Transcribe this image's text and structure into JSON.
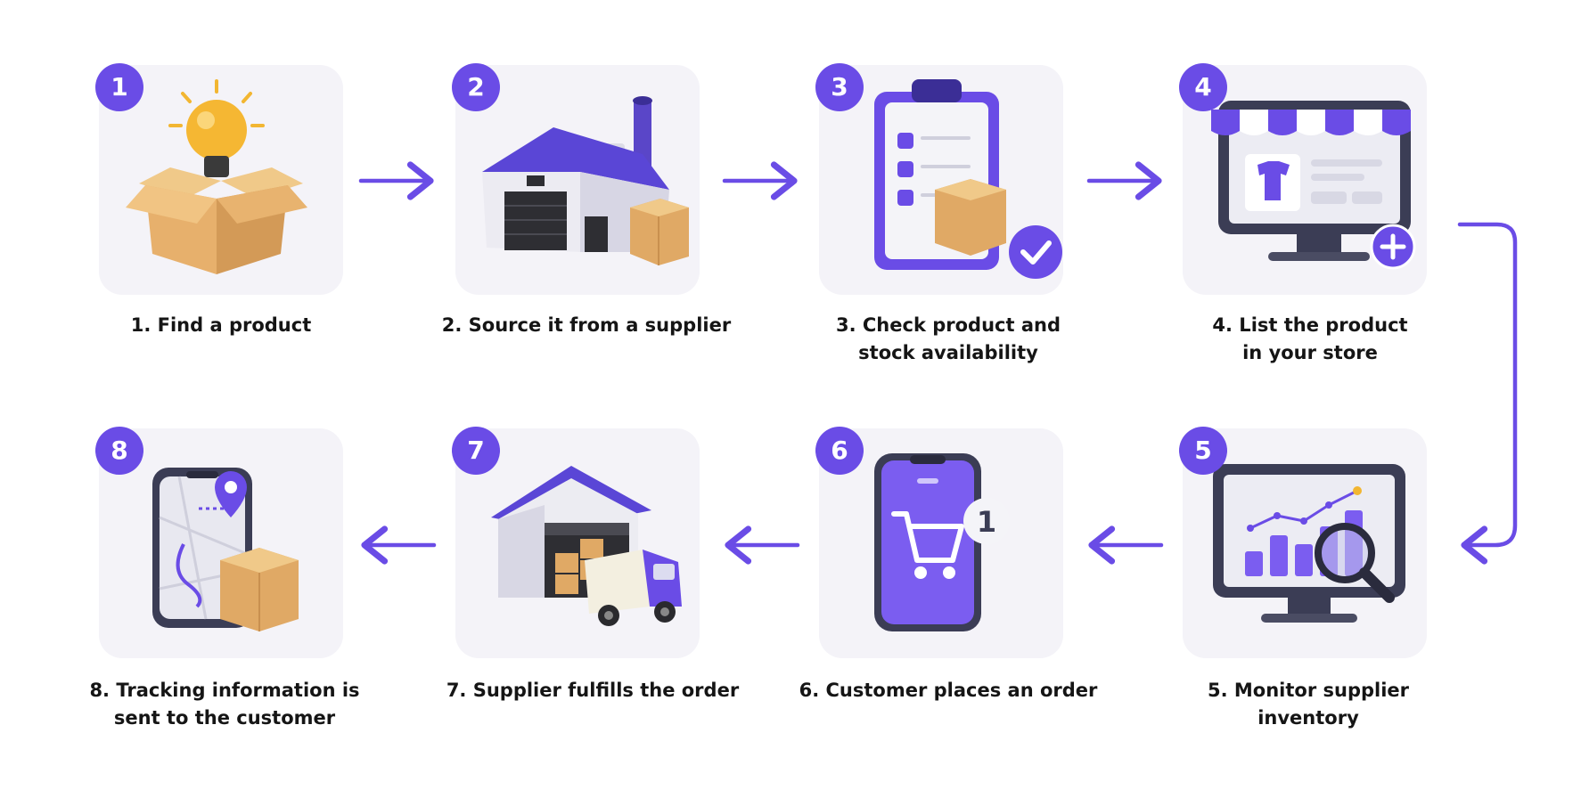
{
  "steps": [
    {
      "number": "1",
      "lines": [
        "1. Find a product"
      ]
    },
    {
      "number": "2",
      "lines": [
        "2. Source it from a supplier"
      ]
    },
    {
      "number": "3",
      "lines": [
        "3. Check product and",
        "stock availability"
      ]
    },
    {
      "number": "4",
      "lines": [
        "4. List the product",
        "in your store"
      ]
    },
    {
      "number": "5",
      "lines": [
        "5. Monitor supplier",
        "inventory"
      ]
    },
    {
      "number": "6",
      "lines": [
        "6. Customer places an order"
      ]
    },
    {
      "number": "7",
      "lines": [
        "7. Supplier fulfills the order"
      ]
    },
    {
      "number": "8",
      "lines": [
        "8. Tracking information is",
        "sent to the customer"
      ]
    }
  ],
  "icons": {
    "step1": "lightbulb-in-box-icon",
    "step2": "warehouse-icon",
    "step3": "clipboard-checklist-icon",
    "step4": "online-store-monitor-icon",
    "step5": "analytics-monitor-icon",
    "step6": "shopping-cart-phone-icon",
    "step7": "warehouse-truck-icon",
    "step8": "tracking-phone-icon"
  },
  "notification_count": "1",
  "colors": {
    "accent": "#6a4ce6",
    "card": "#f4f3f8",
    "text": "#151515",
    "box": "#e0a965"
  }
}
